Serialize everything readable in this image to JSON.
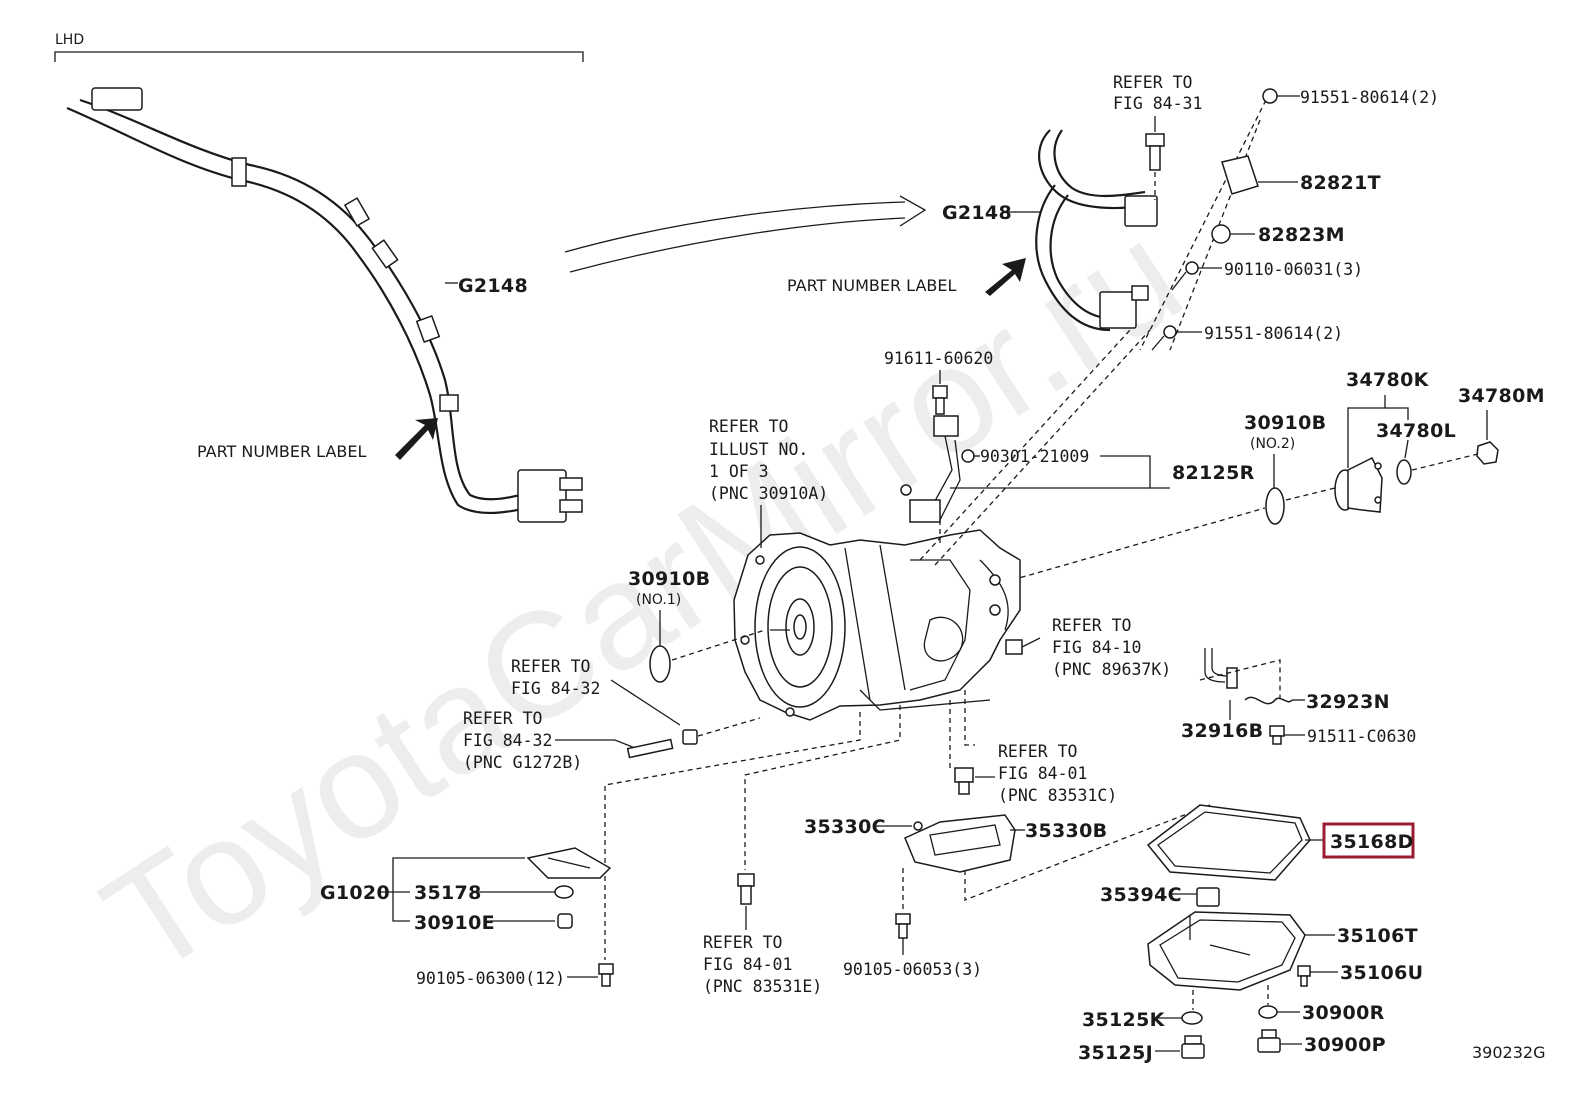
{
  "diagram": {
    "watermark": "ToyotaCarMirror.ru",
    "figure_code": "390232G",
    "lhd_label": "LHD",
    "labels": {
      "g2148_left": "G2148",
      "part_label_left": "PART NUMBER LABEL",
      "g2148_right": "G2148",
      "part_label_right": "PART NUMBER LABEL",
      "refer_84_31_a": "REFER TO",
      "refer_84_31_b": "FIG 84-31",
      "p91551_top": "91551-80614(2)",
      "p82821t": "82821T",
      "p82823m": "82823M",
      "p90110": "90110-06031(3)",
      "p91551_mid": "91551-80614(2)",
      "p91611": "91611-60620",
      "p90301": "90301-21009",
      "p82125r": "82125R",
      "p30910b_2": "30910B",
      "p30910b_2_no": "(NO.2)",
      "p34780k": "34780K",
      "p34780l": "34780L",
      "p34780m": "34780M",
      "illust_a": "REFER TO",
      "illust_b": "ILLUST NO.",
      "illust_c": "1 OF 3",
      "illust_d": "(PNC 30910A)",
      "p30910b_1": "30910B",
      "p30910b_1_no": "(NO.1)",
      "refer_84_10_a": "REFER TO",
      "refer_84_10_b": "FIG 84-10",
      "refer_84_10_c": "(PNC 89637K)",
      "refer_84_32_a": "REFER TO",
      "refer_84_32_b": "FIG 84-32",
      "refer_84_32b_a": "REFER TO",
      "refer_84_32b_b": "FIG 84-32",
      "refer_84_32b_c": "(PNC G1272B)",
      "p32923n": "32923N",
      "p32916b": "32916B",
      "p91511": "91511-C0630",
      "refer_84_01_a": "REFER TO",
      "refer_84_01_b": "FIG 84-01",
      "refer_84_01_c": "(PNC 83531C)",
      "p35330c": "35330C",
      "p35330b": "35330B",
      "p35168d": "35168D",
      "pg1020": "G1020",
      "p35178": "35178",
      "p30910e": "30910E",
      "p90105_06300": "90105-06300(12)",
      "refer_84_01b_a": "REFER TO",
      "refer_84_01b_b": "FIG 84-01",
      "refer_84_01b_c": "(PNC 83531E)",
      "p90105_06053": "90105-06053(3)",
      "p35394c": "35394C",
      "p35106t": "35106T",
      "p35106u": "35106U",
      "p35125k": "35125K",
      "p30900r": "30900R",
      "p35125j": "35125J",
      "p30900p": "30900P"
    },
    "highlight_color": "#9b1c31",
    "line_color": "#1a1a1a"
  }
}
